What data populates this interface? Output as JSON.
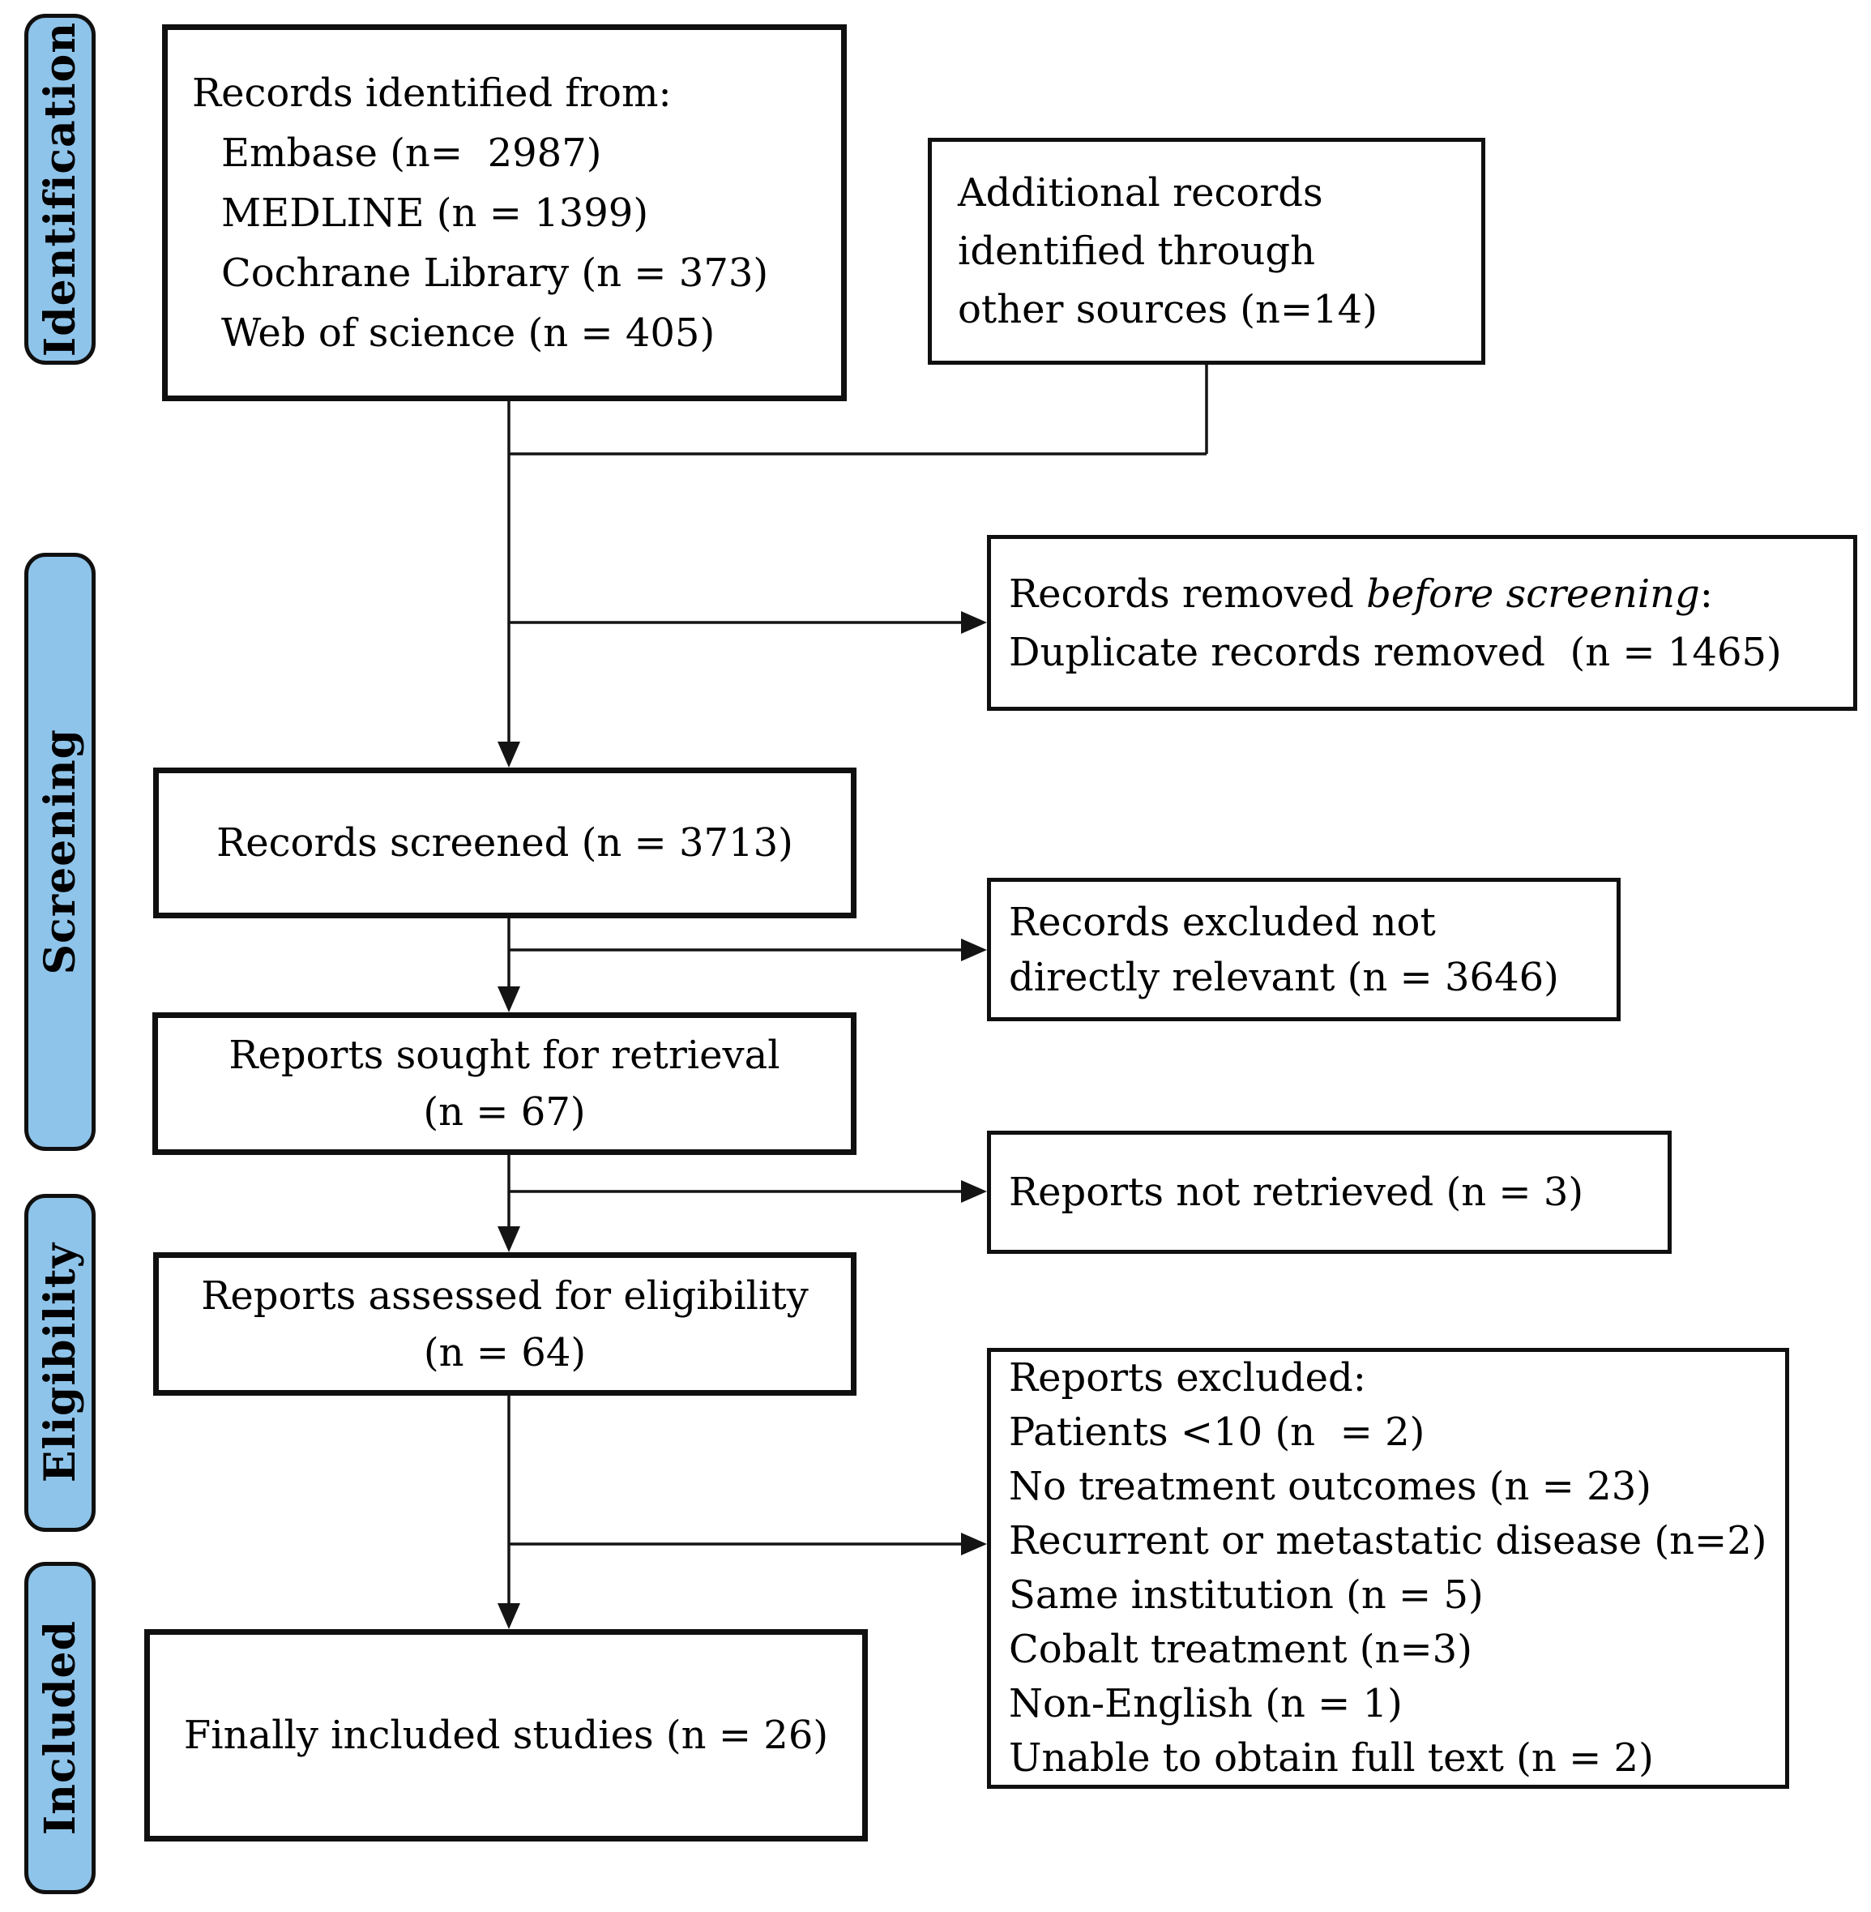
{
  "diagram": {
    "type": "prisma-flowchart",
    "background_color": "#ffffff",
    "stage_fill_color": "#8FC4EA",
    "line_color": "#141414"
  },
  "stages": [
    {
      "label": "Identification"
    },
    {
      "label": "Screening"
    },
    {
      "label": "Eligibility"
    },
    {
      "label": "Included"
    }
  ],
  "boxes": {
    "identified": {
      "title": "Records identified from:",
      "items": [
        "Embase (n=  2987)",
        "MEDLINE (n = 1399)",
        "Cochrane Library (n = 373)",
        "Web of science (n = 405)"
      ]
    },
    "additional": {
      "lines": [
        "Additional records",
        "identified through",
        "other sources (n=14)"
      ]
    },
    "removed": {
      "line1_prefix": "Records removed ",
      "line1_italic": "before screening",
      "line1_suffix": ":",
      "line2": "Duplicate records removed  (n = 1465)"
    },
    "screened": {
      "label": "Records screened (n = 3713)"
    },
    "excluded_records": {
      "lines": [
        "Records excluded not",
        "directly relevant (n = 3646)"
      ]
    },
    "sought": {
      "lines": [
        "Reports sought for retrieval",
        "(n = 67)"
      ]
    },
    "not_retrieved": {
      "label": "Reports not retrieved (n = 3)"
    },
    "assessed": {
      "lines": [
        "Reports assessed for eligibility",
        "(n = 64)"
      ]
    },
    "excluded_reports": {
      "title": "Reports excluded:",
      "items": [
        "Patients <10 (n  = 2)",
        "No treatment outcomes (n = 23)",
        "Recurrent or metastatic disease (n=2)",
        "Same institution (n = 5)",
        "Cobalt treatment (n=3)",
        "Non-English (n = 1)",
        "Unable to obtain full text (n = 2)"
      ]
    },
    "final_included": {
      "label": "Finally included studies (n = 26)"
    }
  }
}
